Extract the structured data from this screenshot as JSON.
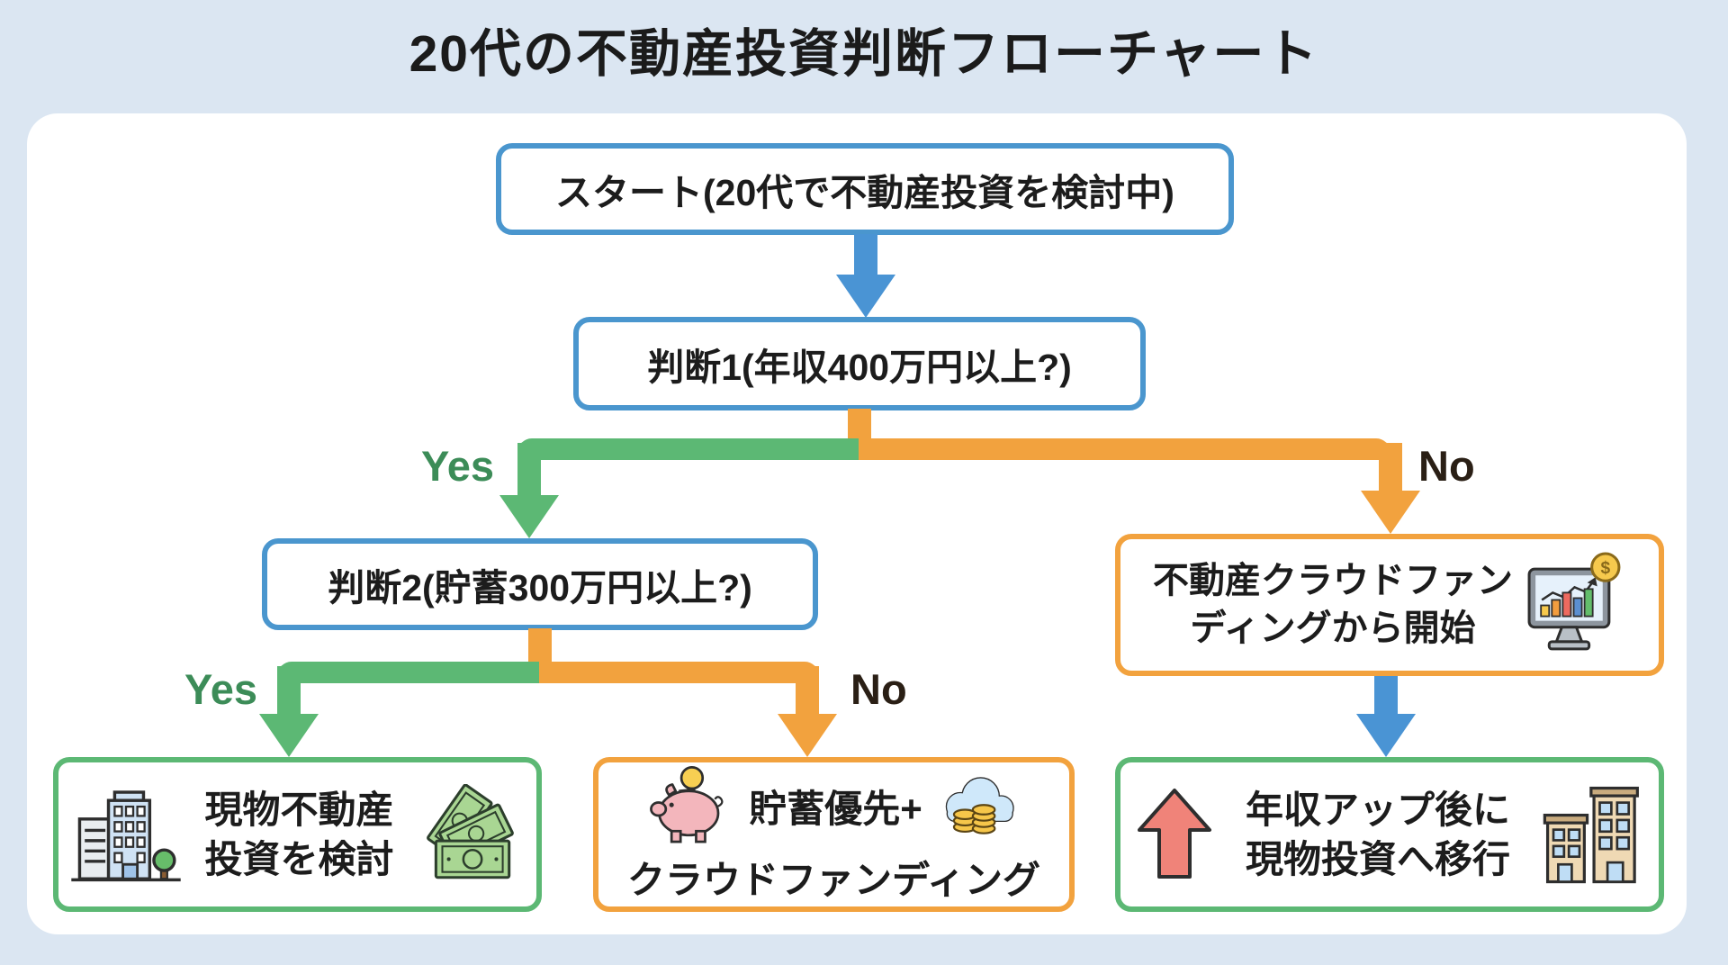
{
  "title": "20代の不動産投資判断フローチャート",
  "nodes": {
    "start": {
      "label": "スタート(20代で不動産投資を検討中)"
    },
    "decision1": {
      "label": "判断1(年収400万円以上?)"
    },
    "decision2": {
      "label": "判断2(貯蓄300万円以上?)"
    },
    "crowdfunding": {
      "line1": "不動産クラウドファン",
      "line2": "ディングから開始",
      "icon": "monitor-chart-icon"
    },
    "physical_estate": {
      "line1": "現物不動産",
      "line2": "投資を検討",
      "icons": [
        "buildings-icon",
        "money-bills-icon"
      ]
    },
    "savings_first": {
      "line1": "貯蓄優先+",
      "line2": "クラウドファンディング",
      "icons": [
        "piggy-bank-icon",
        "cloud-coins-icon"
      ]
    },
    "income_up": {
      "line1": "年収アップ後に",
      "line2": "現物投資へ移行",
      "icons": [
        "up-arrow-icon",
        "tan-buildings-icon"
      ]
    }
  },
  "branch_labels": {
    "yes1": "Yes",
    "no1": "No",
    "yes2": "Yes",
    "no2": "No"
  },
  "colors": {
    "background": "#dbe6f2",
    "panel": "#ffffff",
    "blue": "#4a96ce",
    "green": "#5cb874",
    "orange": "#f2a23e",
    "yes_text": "#3c8c58",
    "no_text": "#2a1f15",
    "text": "#1c1c1c"
  }
}
